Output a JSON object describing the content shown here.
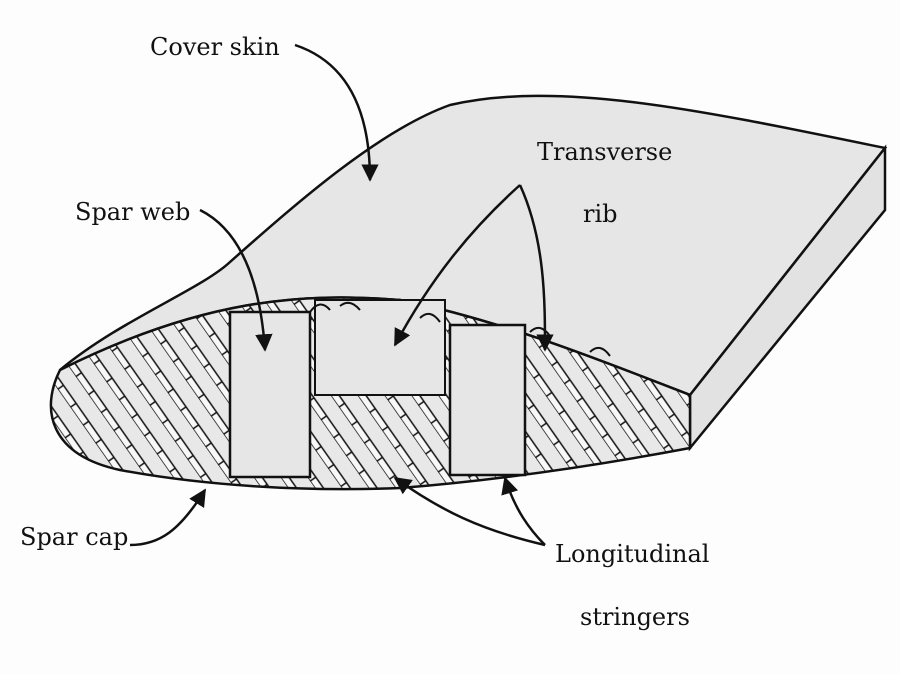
{
  "labels": {
    "cover_skin": "Cover skin",
    "transverse_rib_line1": "Transverse",
    "transverse_rib_line2": "rib",
    "spar_web": "Spar web",
    "spar_cap": "Spar cap",
    "longitudinal_stringers_line1": "Longitudinal",
    "longitudinal_stringers_line2": "stringers"
  },
  "colors": {
    "skin": "#e6e6e6",
    "line": "#111111",
    "background": "#fdfdfd"
  }
}
